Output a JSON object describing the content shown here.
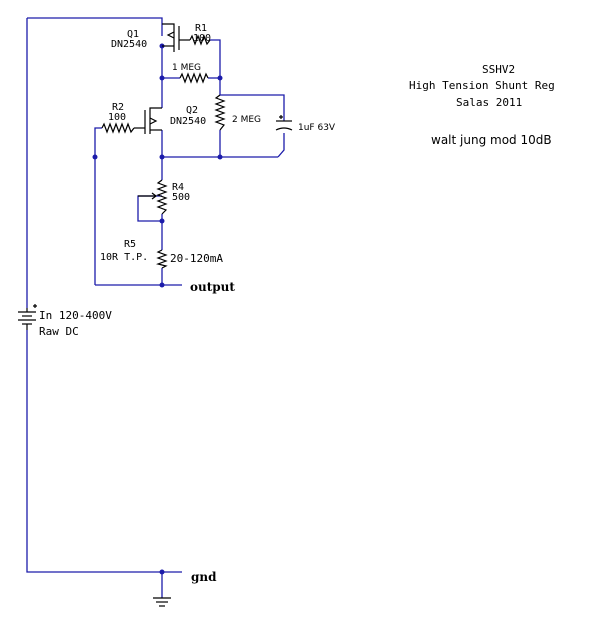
{
  "title": {
    "name": "SSHV2",
    "subtitle": "High Tension Shunt Reg",
    "author": "Salas 2011",
    "note": "walt jung mod 10dB"
  },
  "components": {
    "q1": {
      "ref": "Q1",
      "part": "DN2540"
    },
    "r1": {
      "ref": "R1",
      "value": "100"
    },
    "r_1meg": {
      "value": "1 MEG"
    },
    "r2": {
      "ref": "R2",
      "value": "100"
    },
    "q2": {
      "ref": "Q2",
      "part": "DN2540"
    },
    "r_2meg": {
      "value": "2 MEG"
    },
    "cap": {
      "value": "1uF 63V"
    },
    "r4": {
      "ref": "R4",
      "value": "500"
    },
    "r5": {
      "ref": "R5",
      "value": "10R T.P.",
      "current": "20-120mA"
    },
    "source": {
      "voltage": "In 120-400V",
      "type": "Raw DC"
    }
  },
  "nets": {
    "output": "output",
    "gnd": "gnd"
  },
  "colors": {
    "wire": "#1c1caa",
    "component": "#000000",
    "background": "#ffffff"
  }
}
